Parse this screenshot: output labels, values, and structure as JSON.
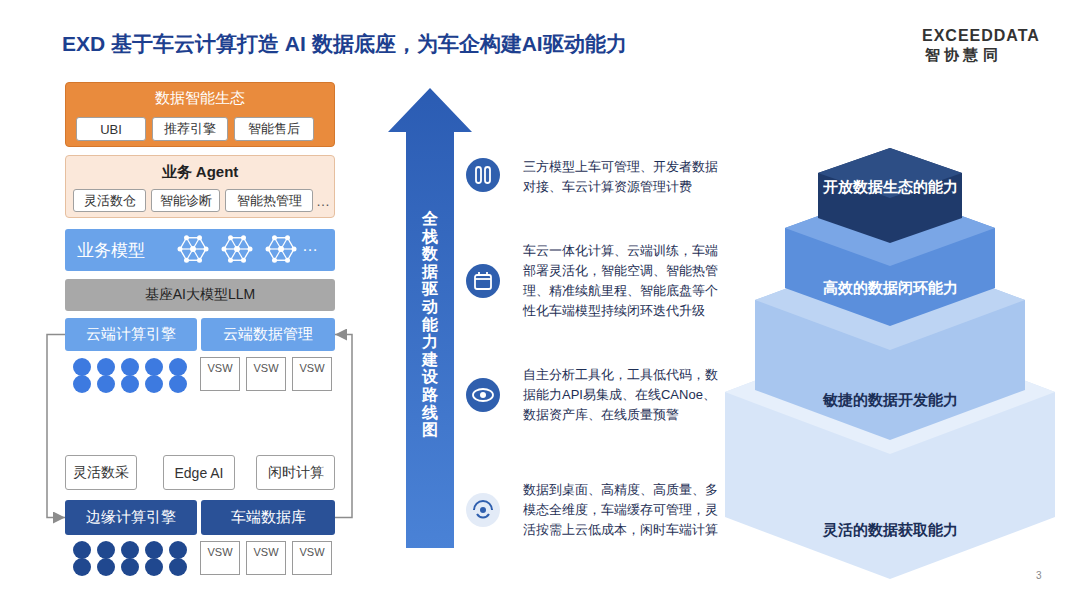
{
  "diagram": {
    "title": "EXD 基于车云计算打造 AI 数据底座，为车企构建AI驱动能力",
    "nodes": [
      {
        "text": [
          "数据智能生态"
        ]
      },
      {
        "text": [
          "UBI"
        ],
        "in": 0
      },
      {
        "text": [
          "推荐引擎"
        ],
        "in": 0
      },
      {
        "text": [
          "智能售后"
        ],
        "in": 0
      },
      {
        "text": [
          "业务 Agent"
        ]
      },
      {
        "text": [
          "灵活数仓"
        ],
        "in": 4
      },
      {
        "text": [
          "智能诊断"
        ],
        "in": 4
      },
      {
        "text": [
          "智能热管理"
        ],
        "in": 4
      },
      {
        "text": [
          "业务模型"
        ]
      },
      {
        "text": [
          "基座AI大模型LLM"
        ]
      },
      {
        "text": [
          "云端计算引擎"
        ]
      },
      {
        "text": [
          "云端数据管理"
        ]
      },
      {
        "text": [
          "VSW"
        ]
      },
      {
        "text": [
          "VSW"
        ]
      },
      {
        "text": [
          "VSW"
        ]
      },
      {
        "text": [
          "灵活数采"
        ]
      },
      {
        "text": [
          "Edge AI"
        ]
      },
      {
        "text": [
          "闲时计算"
        ]
      },
      {
        "text": [
          "边缘计算引擎"
        ]
      },
      {
        "text": [
          "车端数据库"
        ]
      },
      {
        "text": [
          "VSW"
        ]
      },
      {
        "text": [
          "VSW"
        ]
      },
      {
        "text": [
          "VSW"
        ]
      },
      {
        "text": [
          "全栈数据驱动能力建设路线图"
        ]
      },
      {
        "text": [
          "开放数据生态的能力"
        ]
      },
      {
        "text": [
          "高效的数据闭环能力"
        ]
      },
      {
        "text": [
          "敏捷的数据开发能力"
        ]
      },
      {
        "text": [
          "灵活的数据获取能力"
        ]
      }
    ],
    "edges": [
      {
        "from": 10,
        "to": 18,
        "arrow": "to"
      },
      {
        "from": 19,
        "to": 11,
        "arrow": "to"
      }
    ],
    "labels": [
      "…",
      "…",
      "EXCEEDDATA",
      "智 协 慧 同",
      "三方模型上车可管理、开发者数据对接、车云计算资源管理计费",
      "车云一体化计算、云端训练，车端部署灵活化，智能空调、智能热管理、精准续航里程、智能底盘等个性化车端模型持续闭环迭代升级",
      "自主分析工具化，工具低代码，数据能力API易集成、在线CANoe、数据资产库、在线质量预警",
      "数据到桌面、高精度、高质量、多模态全维度，车端缓存可管理，灵活按需上云低成本，闲时车端计算",
      "3"
    ]
  }
}
